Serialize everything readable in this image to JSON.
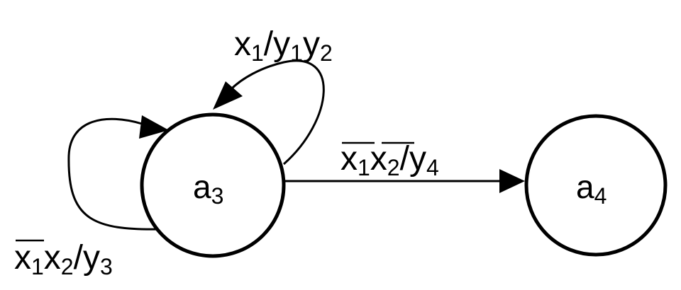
{
  "states": [
    {
      "id": "a3",
      "base": "a",
      "sub": "3"
    },
    {
      "id": "a4",
      "base": "a",
      "sub": "4"
    }
  ],
  "transitions": [
    {
      "from": "a3",
      "to": "a3",
      "kind": "self-loop-top",
      "label": {
        "x1": "x",
        "x1_sub": "1",
        "slash": "/",
        "y1": "y",
        "y1_sub": "1",
        "y2": "y",
        "y2_sub": "2"
      }
    },
    {
      "from": "a3",
      "to": "a3",
      "kind": "self-loop-left",
      "label": {
        "x1": "x",
        "x1_sub": "1",
        "x1_negated": true,
        "x2": "x",
        "x2_sub": "2",
        "slash": "/",
        "y3": "y",
        "y3_sub": "3"
      }
    },
    {
      "from": "a3",
      "to": "a4",
      "kind": "straight",
      "label": {
        "x1": "x",
        "x1_sub": "1",
        "x1_negated": true,
        "x2": "x",
        "x2_sub": "2",
        "x2_negated": true,
        "slash": "/",
        "y4": "y",
        "y4_sub": "4"
      }
    }
  ],
  "colors": {
    "stroke": "#000000",
    "background": "#ffffff"
  }
}
